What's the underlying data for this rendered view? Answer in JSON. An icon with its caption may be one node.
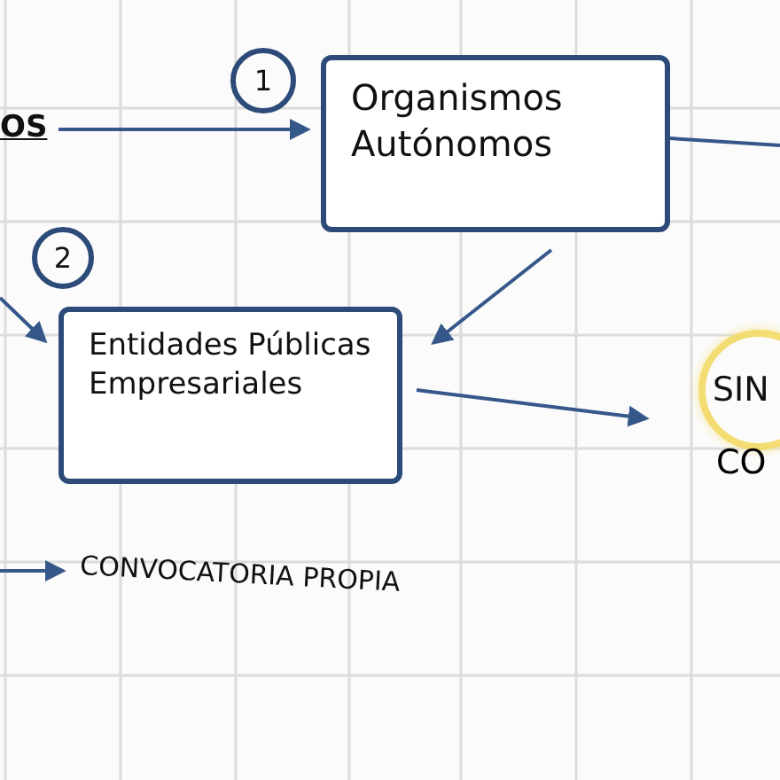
{
  "diagram": {
    "nodes": [
      {
        "text": [
          "OS"
        ]
      },
      {
        "text": [
          "1"
        ]
      },
      {
        "text": [
          "Organismos Autónomos"
        ]
      },
      {
        "text": [
          "2"
        ]
      },
      {
        "text": [
          "Entidades Públicas Empresariales"
        ]
      },
      {
        "text": [
          "SIN"
        ],
        "beside": [
          "CO"
        ]
      },
      {
        "text": [
          "CONVOCATORIA PROPIA"
        ]
      }
    ],
    "edges": [
      {
        "from": 0,
        "to": 2,
        "arrow": "to"
      },
      {
        "from": 2,
        "to": null,
        "arrow": "none"
      },
      {
        "from": null,
        "to": 4,
        "arrow": "to"
      },
      {
        "from": 2,
        "to": 4,
        "arrow": "to"
      },
      {
        "from": 4,
        "to": 5,
        "arrow": "to"
      },
      {
        "from": null,
        "to": 6,
        "arrow": "to"
      }
    ]
  }
}
